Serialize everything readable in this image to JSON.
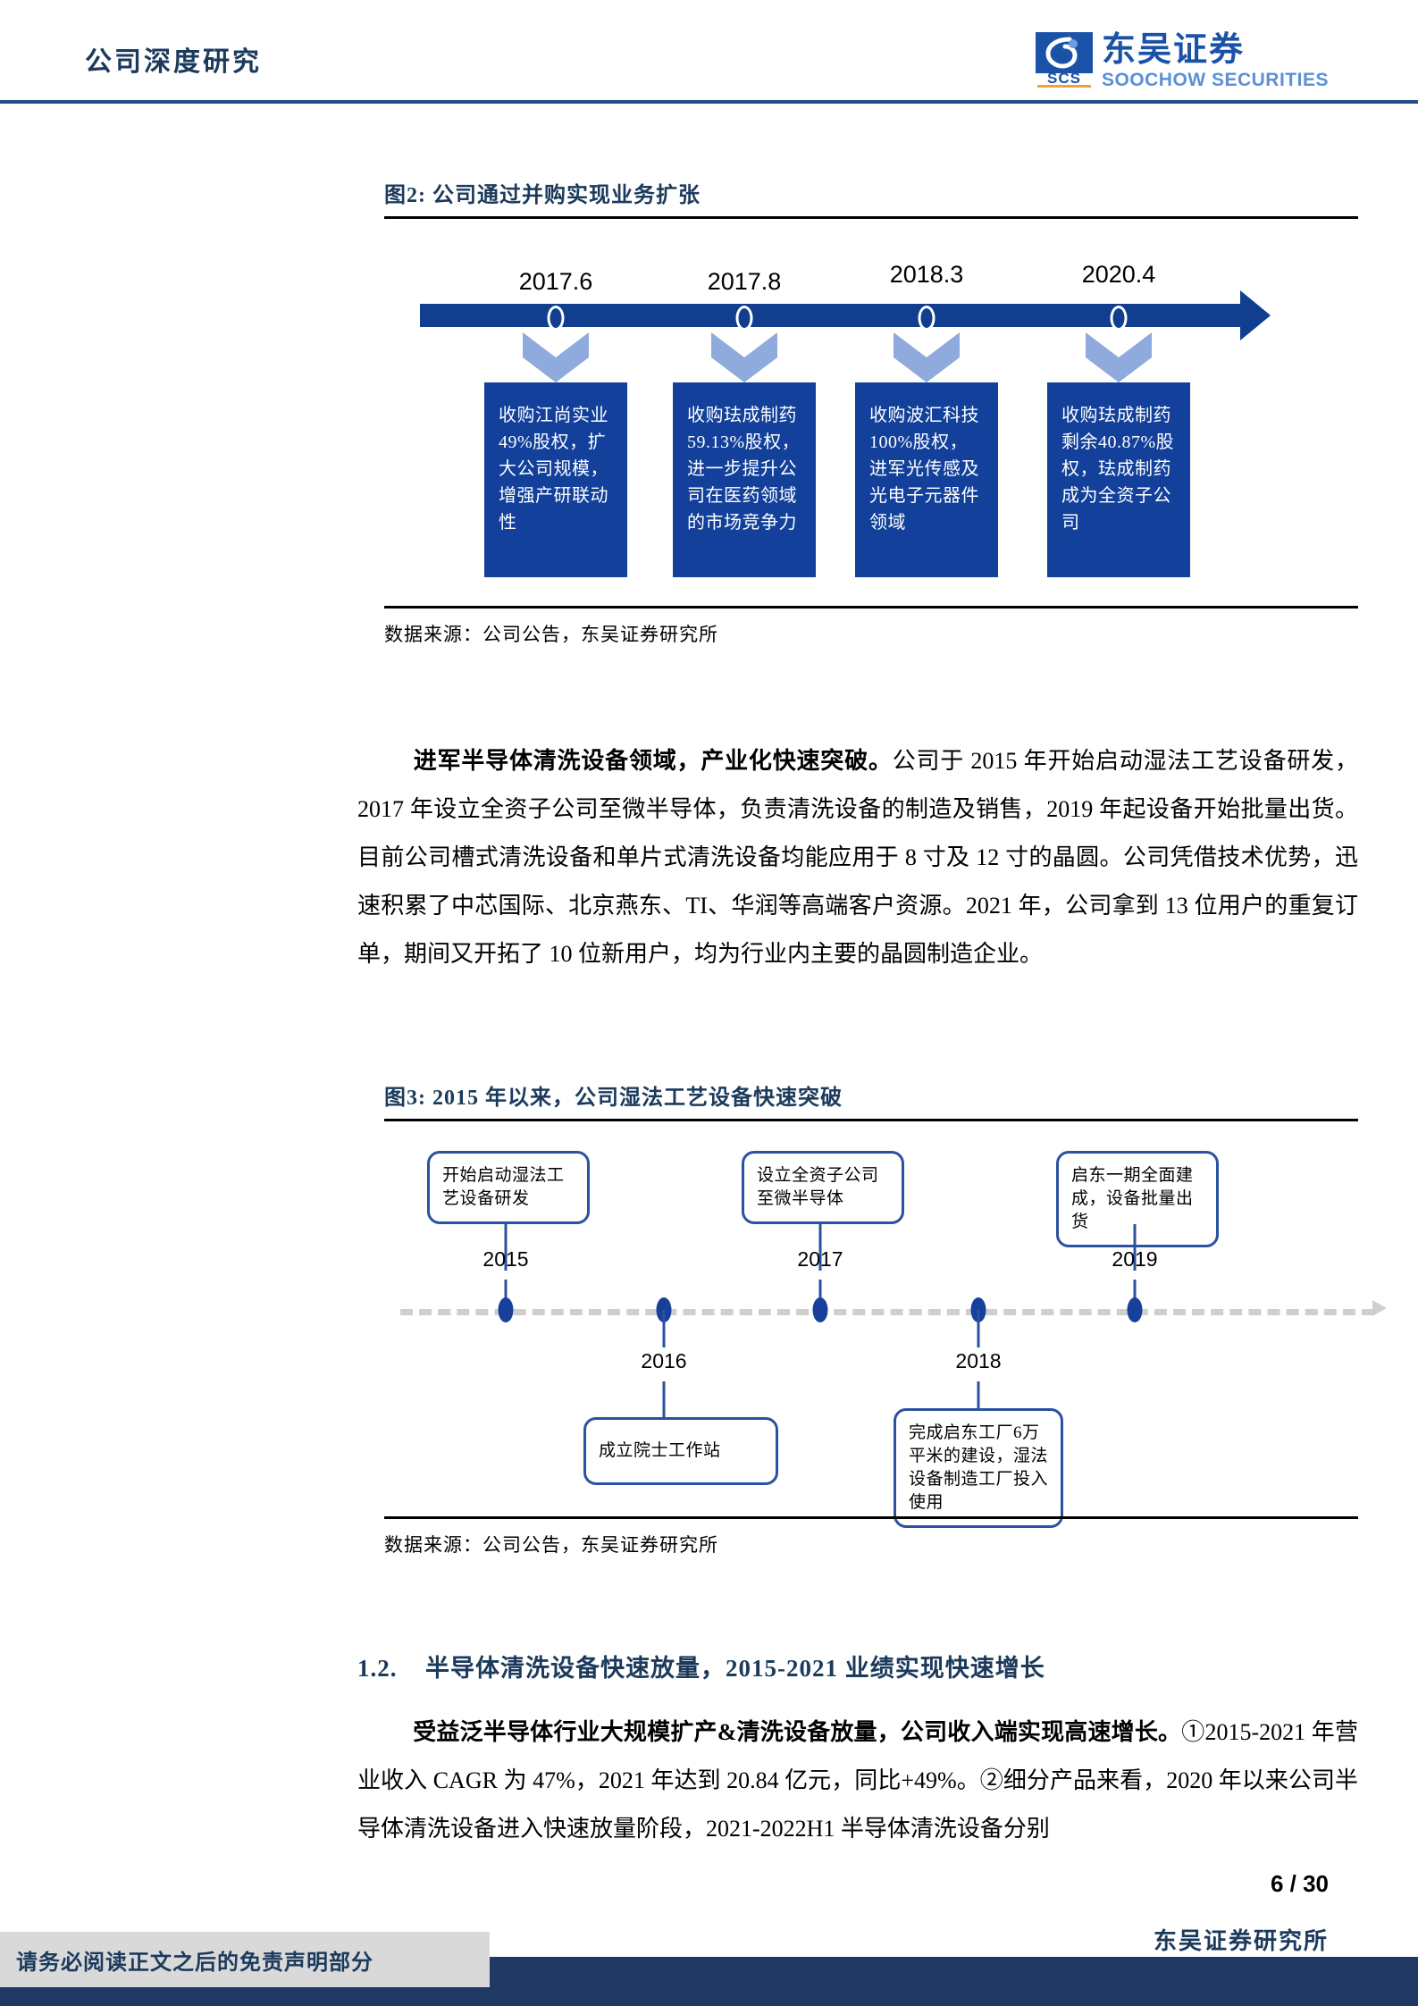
{
  "header": {
    "title": "公司深度研究",
    "brand_cn": "东吴证券",
    "brand_en": "SOOCHOW SECURITIES",
    "brand_mark_text": "SCS",
    "rule_color": "#1f4e86"
  },
  "figure2": {
    "title": "图2: 公司通过并购实现业务扩张",
    "source": "数据来源：公司公告，东吴证券研究所",
    "bar_color": "#113e8f",
    "box_color": "#12409a",
    "chevron_color": "#8faadc",
    "events": [
      {
        "date": "2017.6",
        "text": "收购江尚实业49%股权，扩大公司规模，增强产研联动性"
      },
      {
        "date": "2017.8",
        "text": "收购珐成制药59.13%股权，进一步提升公司在医药领域的市场竞争力"
      },
      {
        "date": "2018.3",
        "text": "收购波汇科技100%股权，进军光传感及光电子元器件领域"
      },
      {
        "date": "2020.4",
        "text": "收购珐成制药剩余40.87%股权，珐成制药成为全资子公司"
      }
    ]
  },
  "paragraph1": {
    "lead": "进军半导体清洗设备领域，产业化快速突破。",
    "body": "公司于 2015 年开始启动湿法工艺设备研发，2017 年设立全资子公司至微半导体，负责清洗设备的制造及销售，2019 年起设备开始批量出货。目前公司槽式清洗设备和单片式清洗设备均能应用于 8 寸及 12 寸的晶圆。公司凭借技术优势，迅速积累了中芯国际、北京燕东、TI、华润等高端客户资源。2021 年，公司拿到 13 位用户的重复订单，期间又开拓了 10 位新用户，均为行业内主要的晶圆制造企业。"
  },
  "figure3": {
    "title": "图3: 2015 年以来，公司湿法工艺设备快速突破",
    "source": "数据来源：公司公告，东吴证券研究所",
    "axis_color": "#cfcfcf",
    "node_color": "#17409b",
    "milestones_above": [
      {
        "year": "2015",
        "text": "开始启动湿法工艺设备研发"
      },
      {
        "year": "2017",
        "text": "设立全资子公司至微半导体"
      },
      {
        "year": "2019",
        "text": "启东一期全面建成，设备批量出货"
      }
    ],
    "milestones_below": [
      {
        "year": "2016",
        "text": "成立院士工作站"
      },
      {
        "year": "2018",
        "text": "完成启东工厂6万平米的建设，湿法设备制造工厂投入使用"
      }
    ]
  },
  "section": {
    "number": "1.2.",
    "title": "半导体清洗设备快速放量，2015-2021 业绩实现快速增长"
  },
  "paragraph2": {
    "lead": "受益泛半导体行业大规模扩产&清洗设备放量，公司收入端实现高速增长。",
    "body": "①2015-2021 年营业收入 CAGR 为 47%，2021 年达到 20.84 亿元，同比+49%。②细分产品来看，2020 年以来公司半导体清洗设备进入快速放量阶段，2021-2022H1 半导体清洗设备分别"
  },
  "footer": {
    "page": "6 / 30",
    "firm": "东吴证券研究所",
    "disclaimer": "请务必阅读正文之后的免责声明部分",
    "bar_color": "#1f3864"
  }
}
